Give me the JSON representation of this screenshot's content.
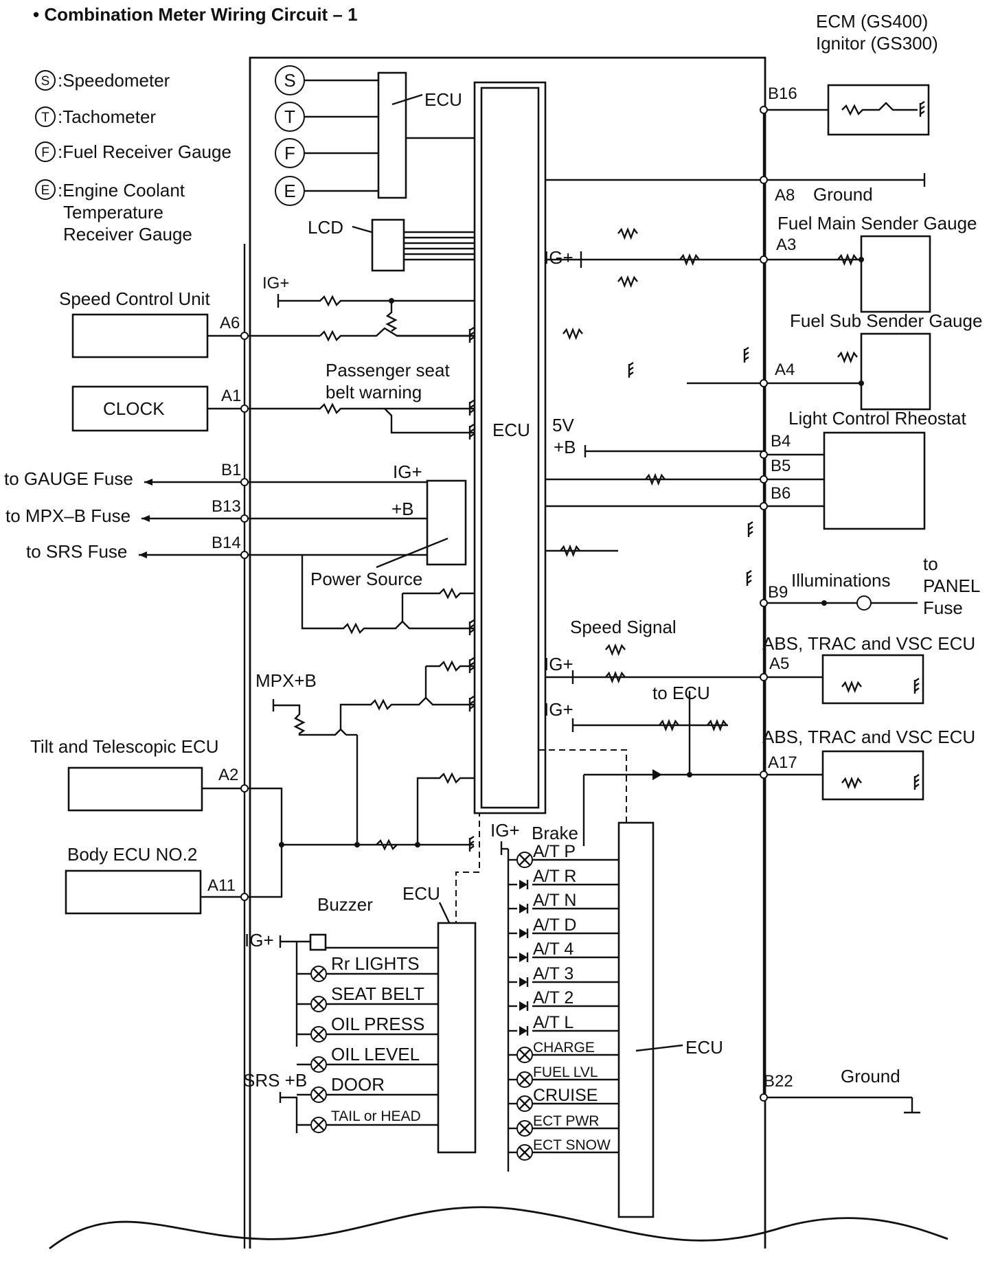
{
  "title": "• Combination Meter Wiring Circuit – 1",
  "legend": {
    "s": {
      "sym": "S",
      "label": ":Speedometer"
    },
    "t": {
      "sym": "T",
      "label": ":Tachometer"
    },
    "f": {
      "sym": "F",
      "label": ":Fuel Receiver Gauge"
    },
    "e": {
      "sym": "E",
      "label": ":Engine Coolant",
      "line2": "Temperature",
      "line3": "Receiver Gauge"
    }
  },
  "gauge_symbols": [
    "S",
    "T",
    "F",
    "E"
  ],
  "labels": {
    "ecu": "ECU",
    "lcd": "LCD",
    "ig_plus": "IG+",
    "plus_b": "+B",
    "five_v": "5V",
    "five_v_b": "+B",
    "mpx_b": "MPX+B",
    "srs_b": "SRS +B",
    "power_source": "Power Source",
    "passenger_seat": "Passenger seat",
    "belt_warning": "belt warning",
    "speed_signal": "Speed Signal",
    "to_ecu": "to ECU",
    "buzzer": "Buzzer",
    "brake": "Brake",
    "illuminations": "Illuminations",
    "to": "to",
    "panel": "PANEL",
    "fuse": "Fuse"
  },
  "left_units": {
    "speed_control": "Speed Control Unit",
    "clock": "CLOCK",
    "tilt": "Tilt and Telescopic ECU",
    "body_ecu": "Body ECU NO.2"
  },
  "fuses": {
    "gauge": "to GAUGE Fuse",
    "mpx": "to MPX–B Fuse",
    "srs": "to SRS Fuse"
  },
  "right_units": {
    "ecm_1": "ECM (GS400)",
    "ecm_2": "Ignitor (GS300)",
    "ground_a8": "Ground",
    "fuel_main": "Fuel Main Sender Gauge",
    "fuel_sub": "Fuel Sub Sender Gauge",
    "rheostat": "Light Control Rheostat",
    "abs_1": "ABS, TRAC and VSC ECU",
    "abs_2": "ABS, TRAC and VSC ECU",
    "ground_b22": "Ground"
  },
  "pins": {
    "a6": "A6",
    "a1": "A1",
    "b1": "B1",
    "b13": "B13",
    "b14": "B14",
    "a2": "A2",
    "a11": "A11",
    "b16": "B16",
    "a8": "A8",
    "a3": "A3",
    "a4": "A4",
    "b4": "B4",
    "b5": "B5",
    "b6": "B6",
    "b9": "B9",
    "a5": "A5",
    "a17": "A17",
    "b22": "B22"
  },
  "warning_lamps": [
    "Rr LIGHTS",
    "SEAT BELT",
    "OIL PRESS",
    "OIL LEVEL",
    "DOOR",
    "TAIL or HEAD"
  ],
  "indicator_lamps": [
    "A/T P",
    "A/T R",
    "A/T N",
    "A/T D",
    "A/T 4",
    "A/T 3",
    "A/T 2",
    "A/T L",
    "CHARGE",
    "FUEL LVL",
    "CRUISE",
    "ECT PWR",
    "ECT SNOW"
  ]
}
